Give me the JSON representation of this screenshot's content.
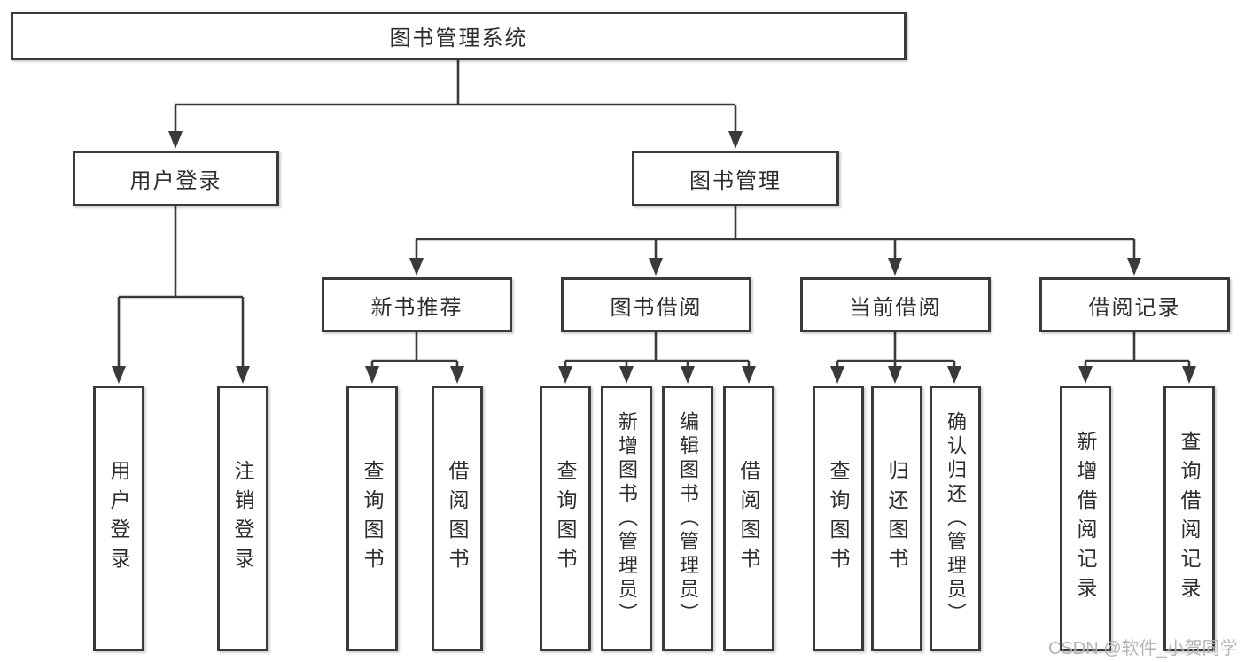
{
  "diagram": {
    "root": {
      "label": "图书管理系统"
    },
    "level2": {
      "user_login": {
        "label": "用户登录"
      },
      "book_mgmt": {
        "label": "图书管理"
      }
    },
    "level3": {
      "new_book": {
        "label": "新书推荐"
      },
      "book_borrow": {
        "label": "图书借阅"
      },
      "current_borrow": {
        "label": "当前借阅"
      },
      "borrow_record": {
        "label": "借阅记录"
      }
    },
    "leaves": {
      "user_login": [
        {
          "label": "用户登录"
        },
        {
          "label": "注销登录"
        }
      ],
      "new_book": [
        {
          "label": "查询图书"
        },
        {
          "label": "借阅图书"
        }
      ],
      "book_borrow": [
        {
          "label": "查询图书"
        },
        {
          "label": "新增图书（管理员）"
        },
        {
          "label": "编辑图书（管理员）"
        },
        {
          "label": "借阅图书"
        }
      ],
      "current_borrow": [
        {
          "label": "查询图书"
        },
        {
          "label": "归还图书"
        },
        {
          "label": "确认归还（管理员）"
        }
      ],
      "borrow_record": [
        {
          "label": "新增借阅记录"
        },
        {
          "label": "查询借阅记录"
        }
      ]
    },
    "watermark": "CSDN @软件_小贺同学",
    "colors": {
      "line": "#3a3a3a",
      "box_border": "#3a3a3a",
      "text": "#2d2d2d",
      "background": "#ffffff",
      "watermark": "#b5b5b5"
    }
  }
}
